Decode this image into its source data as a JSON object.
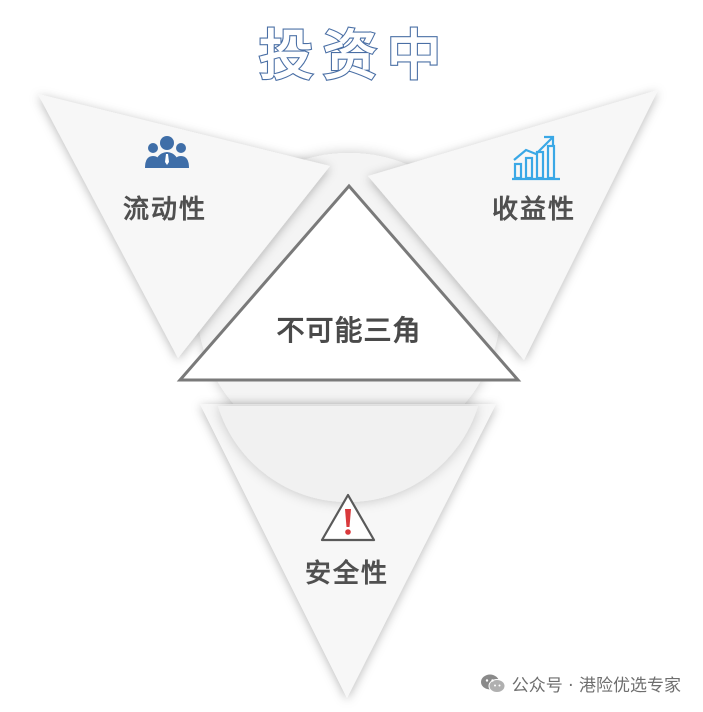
{
  "title": "投资中",
  "center_label": "不可能三角",
  "corners": {
    "left": {
      "label": "流动性",
      "icon": "people-icon"
    },
    "right": {
      "label": "收益性",
      "icon": "growth-chart-icon"
    },
    "bottom": {
      "label": "安全性",
      "icon": "warning-icon"
    }
  },
  "watermark": {
    "text": "公众号 · 港险优选专家",
    "icon": "wechat-icon"
  },
  "colors": {
    "title_fill": "#ffffff",
    "title_stroke": "#4a6fa5",
    "label_text": "#505050",
    "people_icon": "#3f6ea8",
    "chart_icon": "#3aa8e6",
    "warning_stroke": "#5a5a5a",
    "warning_mark": "#d9393c",
    "triangle_outline": "#7a7a7a"
  }
}
